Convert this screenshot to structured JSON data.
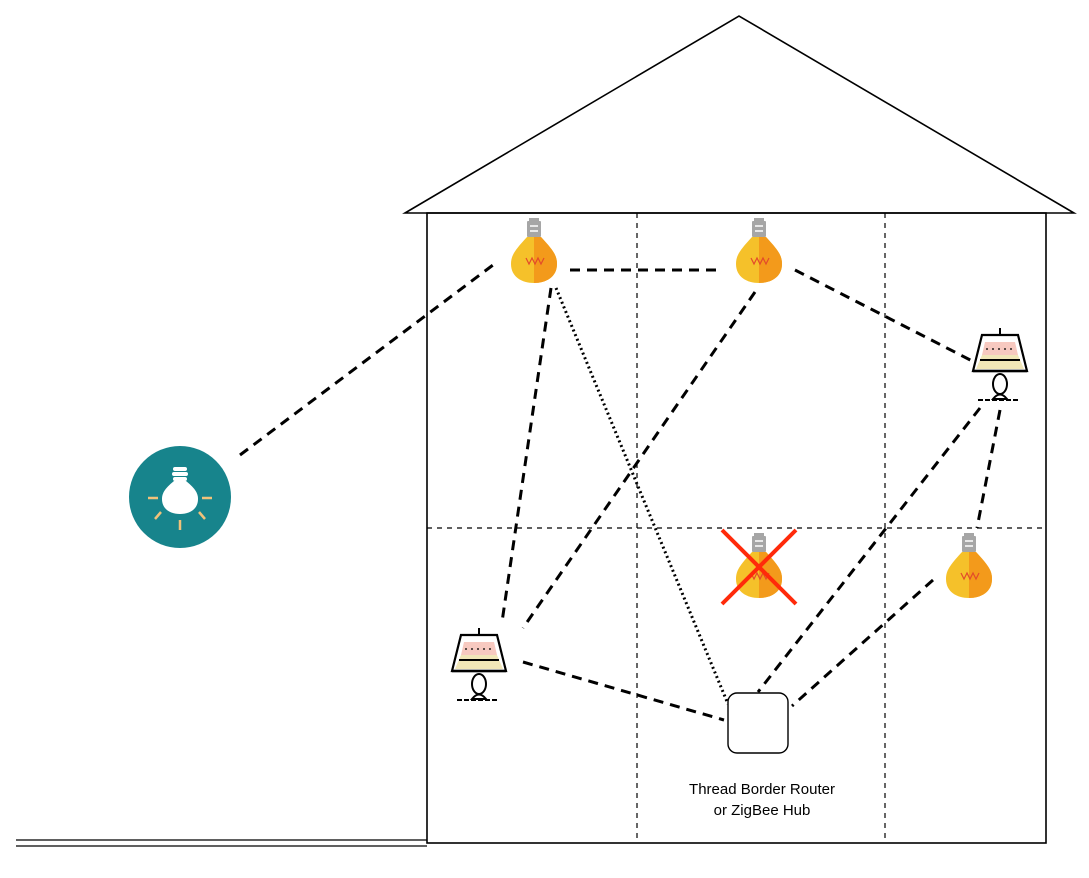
{
  "hub": {
    "label_line1": "Thread Border Router",
    "label_line2": "or ZigBee Hub"
  },
  "colors": {
    "bulb_yellow": "#f5c12a",
    "bulb_orange": "#f39a1b",
    "bulb_cap": "#a6a6a6",
    "failure_x": "#ff2a0a",
    "external_bulb_bg": "#17848c",
    "shade_pink": "#f7c9c0",
    "shade_cream": "#f1e6b8"
  },
  "devices": [
    {
      "id": "bulb-top-left",
      "kind": "bulb",
      "status": "online"
    },
    {
      "id": "bulb-top-center",
      "kind": "bulb",
      "status": "online"
    },
    {
      "id": "lamp-right-upper",
      "kind": "table-lamp",
      "status": "online"
    },
    {
      "id": "bulb-middle-center",
      "kind": "bulb",
      "status": "failed"
    },
    {
      "id": "bulb-right-lower",
      "kind": "bulb",
      "status": "online"
    },
    {
      "id": "lamp-left-lower",
      "kind": "table-lamp",
      "status": "online"
    },
    {
      "id": "bulb-outdoor",
      "kind": "smart-bulb-icon",
      "status": "online"
    },
    {
      "id": "hub",
      "kind": "border-router",
      "status": "online"
    }
  ]
}
